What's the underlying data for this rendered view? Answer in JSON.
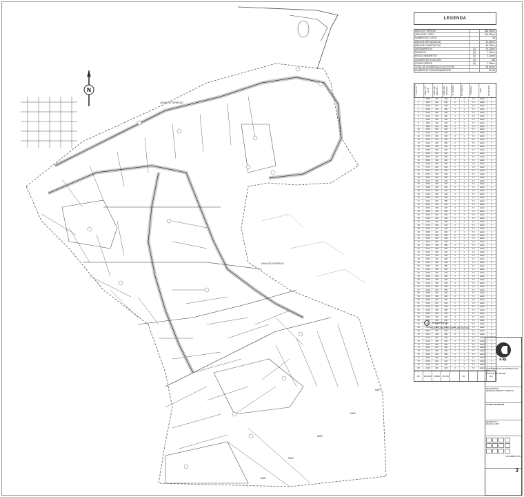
{
  "legend": {
    "title": "LEGENDA",
    "area_rows": [
      {
        "label": "AREA DO TERRENO",
        "unit": "",
        "value": "186.020m²"
      },
      {
        "label": "AREA DOS LOTES",
        "unit": "",
        "value": "160.430m²"
      },
      {
        "label": "NUMERO DE LOTES",
        "unit": "",
        "value": "80"
      },
      {
        "label": "AREA DE IMPLANTACAO",
        "unit": "",
        "value": "23.800m²"
      },
      {
        "label": "AREA DE CONSTRUCAO",
        "unit": "",
        "value": "36.700m²"
      },
      {
        "label": "ARRUAMENTOS",
        "unit": "(1)",
        "value": "20.120m²"
      },
      {
        "label": "PASSEIOS",
        "unit": "(2)",
        "value": "7.710m²"
      },
      {
        "label": "ESTACIONAMENTOS",
        "unit": "(3)",
        "value": "3.420m²"
      },
      {
        "label": "LUGARES DE ESTACION.",
        "unit": "(4)",
        "value": "180"
      },
      {
        "label": "ZONAS VERDES",
        "unit": "(5)",
        "value": "7.160m²"
      },
      {
        "label": "TOTAL DE CEDENCIAS (1)+(2)+(3)+(5)",
        "unit": "",
        "value": "38.410m²"
      },
      {
        "label": "NUMERO DE ESTACIONAMENTOS",
        "unit": "",
        "value": "80+80"
      }
    ],
    "lot_columns": [
      "LOTE N.º",
      "AREA DO LOTE",
      "AREA DE IMPLANT.",
      "AREA DE CONSTR.",
      "N.º PISOS",
      "N.º FOGOS",
      "CERCEA",
      "USO",
      "ESTACION."
    ],
    "lot_rows": [
      [
        "1",
        "2150",
        "250",
        "420",
        "2",
        "1",
        "7,0",
        "Habit.",
        "2"
      ],
      [
        "2",
        "1980",
        "240",
        "400",
        "2",
        "1",
        "7,0",
        "Habit.",
        "2"
      ],
      [
        "3",
        "2010",
        "240",
        "400",
        "2",
        "1",
        "7,0",
        "Habit.",
        "2"
      ],
      [
        "4",
        "1890",
        "230",
        "380",
        "2",
        "1",
        "7,0",
        "Habit.",
        "2"
      ],
      [
        "5",
        "2230",
        "260",
        "440",
        "2",
        "1",
        "7,0",
        "Habit.",
        "2"
      ],
      [
        "6",
        "2410",
        "270",
        "460",
        "2",
        "1",
        "7,0",
        "Habit.",
        "2"
      ],
      [
        "7",
        "2050",
        "250",
        "420",
        "2",
        "1",
        "7,0",
        "Habit.",
        "2"
      ],
      [
        "8",
        "1960",
        "240",
        "400",
        "2",
        "1",
        "7,0",
        "Habit.",
        "2"
      ],
      [
        "9",
        "1880",
        "230",
        "380",
        "2",
        "1",
        "7,0",
        "Habit.",
        "2"
      ],
      [
        "10",
        "2120",
        "250",
        "420",
        "2",
        "1",
        "7,0",
        "Habit.",
        "2"
      ],
      [
        "11",
        "2300",
        "260",
        "440",
        "2",
        "1",
        "7,0",
        "Habit.",
        "2"
      ],
      [
        "12",
        "2070",
        "250",
        "420",
        "2",
        "1",
        "7,0",
        "Habit.",
        "2"
      ],
      [
        "13",
        "1990",
        "240",
        "400",
        "2",
        "1",
        "7,0",
        "Habit.",
        "2"
      ],
      [
        "14",
        "1910",
        "230",
        "380",
        "2",
        "1",
        "7,0",
        "Habit.",
        "2"
      ],
      [
        "15",
        "2180",
        "250",
        "420",
        "2",
        "1",
        "7,0",
        "Habit.",
        "2"
      ],
      [
        "16",
        "2260",
        "260",
        "440",
        "2",
        "1",
        "7,0",
        "Habit.",
        "2"
      ],
      [
        "17",
        "2040",
        "250",
        "420",
        "2",
        "1",
        "7,0",
        "Habit.",
        "2"
      ],
      [
        "18",
        "1950",
        "240",
        "400",
        "2",
        "1",
        "7,0",
        "Habit.",
        "2"
      ],
      [
        "19",
        "2090",
        "250",
        "420",
        "2",
        "1",
        "7,0",
        "Habit.",
        "2"
      ],
      [
        "20",
        "2140",
        "250",
        "420",
        "2",
        "1",
        "7,0",
        "Habit.",
        "2"
      ],
      [
        "21",
        "1970",
        "240",
        "400",
        "2",
        "1",
        "7,0",
        "Habit.",
        "2"
      ],
      [
        "22",
        "2020",
        "240",
        "400",
        "2",
        "1",
        "7,0",
        "Habit.",
        "2"
      ],
      [
        "23",
        "2200",
        "260",
        "440",
        "2",
        "1",
        "7,0",
        "Habit.",
        "2"
      ],
      [
        "24",
        "1930",
        "230",
        "380",
        "2",
        "1",
        "7,0",
        "Habit.",
        "2"
      ],
      [
        "25",
        "2110",
        "250",
        "420",
        "2",
        "1",
        "7,0",
        "Habit.",
        "2"
      ],
      [
        "26",
        "2060",
        "250",
        "420",
        "2",
        "1",
        "7,0",
        "Habit.",
        "2"
      ],
      [
        "27",
        "1990",
        "240",
        "400",
        "2",
        "1",
        "7,0",
        "Habit.",
        "2"
      ],
      [
        "28",
        "2170",
        "250",
        "420",
        "2",
        "1",
        "7,0",
        "Habit.",
        "2"
      ],
      [
        "29",
        "2240",
        "260",
        "440",
        "2",
        "1",
        "7,0",
        "Habit.",
        "2"
      ],
      [
        "30",
        "2030",
        "250",
        "420",
        "2",
        "1",
        "7,0",
        "Habit.",
        "2"
      ],
      [
        "31",
        "1920",
        "230",
        "380",
        "2",
        "1",
        "7,0",
        "Habit.",
        "2"
      ],
      [
        "32",
        "2080",
        "250",
        "420",
        "2",
        "1",
        "7,0",
        "Habit.",
        "2"
      ],
      [
        "33",
        "2150",
        "250",
        "420",
        "2",
        "1",
        "7,0",
        "Habit.",
        "2"
      ],
      [
        "34",
        "1960",
        "240",
        "400",
        "2",
        "1",
        "7,0",
        "Habit.",
        "2"
      ],
      [
        "35",
        "2010",
        "240",
        "400",
        "2",
        "1",
        "7,0",
        "Habit.",
        "2"
      ],
      [
        "36",
        "2190",
        "260",
        "440",
        "2",
        "1",
        "7,0",
        "Habit.",
        "2"
      ],
      [
        "37",
        "1940",
        "230",
        "380",
        "2",
        "1",
        "7,0",
        "Habit.",
        "2"
      ],
      [
        "38",
        "2100",
        "250",
        "420",
        "2",
        "1",
        "7,0",
        "Habit.",
        "2"
      ],
      [
        "39",
        "2050",
        "250",
        "420",
        "2",
        "1",
        "7,0",
        "Habit.",
        "2"
      ],
      [
        "40",
        "1980",
        "240",
        "400",
        "2",
        "1",
        "7,0",
        "Habit.",
        "2"
      ],
      [
        "41",
        "2160",
        "250",
        "420",
        "2",
        "1",
        "7,0",
        "Habit.",
        "2"
      ],
      [
        "42",
        "2230",
        "260",
        "440",
        "2",
        "1",
        "7,0",
        "Habit.",
        "2"
      ],
      [
        "43",
        "2020",
        "250",
        "420",
        "2",
        "1",
        "7,0",
        "Habit.",
        "2"
      ],
      [
        "44",
        "1900",
        "230",
        "380",
        "2",
        "1",
        "7,0",
        "Habit.",
        "2"
      ],
      [
        "45",
        "2070",
        "250",
        "420",
        "2",
        "1",
        "7,0",
        "Habit.",
        "2"
      ],
      [
        "46",
        "2140",
        "250",
        "420",
        "2",
        "1",
        "7,0",
        "Habit.",
        "2"
      ],
      [
        "47",
        "1970",
        "240",
        "400",
        "2",
        "1",
        "7,0",
        "Habit.",
        "2"
      ],
      [
        "48",
        "2000",
        "240",
        "400",
        "2",
        "1",
        "7,0",
        "Habit.",
        "2"
      ],
      [
        "49",
        "2180",
        "260",
        "440",
        "2",
        "1",
        "7,0",
        "Habit.",
        "2"
      ],
      [
        "50",
        "1950",
        "230",
        "380",
        "2",
        "1",
        "7,0",
        "Habit.",
        "2"
      ],
      [
        "51",
        "2090",
        "250",
        "420",
        "2",
        "1",
        "7,0",
        "Habit.",
        "2"
      ],
      [
        "52",
        "2040",
        "250",
        "420",
        "2",
        "1",
        "7,0",
        "Habit.",
        "2"
      ],
      [
        "53",
        "1990",
        "240",
        "400",
        "2",
        "1",
        "7,0",
        "Habit.",
        "2"
      ],
      [
        "54",
        "2150",
        "250",
        "420",
        "2",
        "1",
        "7,0",
        "Habit.",
        "2"
      ],
      [
        "55",
        "2220",
        "260",
        "440",
        "2",
        "1",
        "7,0",
        "Habit.",
        "2"
      ],
      [
        "56",
        "2010",
        "250",
        "420",
        "2",
        "1",
        "7,0",
        "Habit.",
        "2"
      ],
      [
        "57",
        "1910",
        "230",
        "380",
        "2",
        "1",
        "7,0",
        "Habit.",
        "2"
      ],
      [
        "58",
        "2060",
        "250",
        "420",
        "2",
        "1",
        "7,0",
        "Habit.",
        "2"
      ],
      [
        "59",
        "2130",
        "250",
        "420",
        "2",
        "1",
        "7,0",
        "Habit.",
        "2"
      ],
      [
        "60",
        "1960",
        "240",
        "400",
        "2",
        "1",
        "7,0",
        "Habit.",
        "2"
      ],
      [
        "61",
        "2030",
        "240",
        "400",
        "2",
        "1",
        "7,0",
        "Habit.",
        "2"
      ],
      [
        "62",
        "2170",
        "260",
        "440",
        "2",
        "1",
        "7,0",
        "Habit.",
        "2"
      ],
      [
        "63",
        "1940",
        "230",
        "380",
        "2",
        "1",
        "7,0",
        "Habit.",
        "2"
      ],
      [
        "64",
        "2080",
        "250",
        "420",
        "2",
        "1",
        "7,0",
        "Habit.",
        "2"
      ],
      [
        "65",
        "2050",
        "250",
        "420",
        "2",
        "1",
        "7,0",
        "Habit.",
        "2"
      ],
      [
        "66",
        "1980",
        "240",
        "400",
        "2",
        "1",
        "7,0",
        "Habit.",
        "2"
      ],
      [
        "67",
        "2140",
        "250",
        "420",
        "2",
        "1",
        "7,0",
        "Habit.",
        "2"
      ],
      [
        "68",
        "2210",
        "260",
        "440",
        "2",
        "1",
        "7,0",
        "Habit.",
        "2"
      ],
      [
        "69",
        "2000",
        "250",
        "420",
        "2",
        "1",
        "7,0",
        "Habit.",
        "2"
      ],
      [
        "70",
        "1920",
        "230",
        "380",
        "2",
        "1",
        "7,0",
        "Habit.",
        "2"
      ],
      [
        "71",
        "2070",
        "250",
        "420",
        "2",
        "1",
        "7,0",
        "Habit.",
        "2"
      ],
      [
        "72",
        "2120",
        "250",
        "420",
        "2",
        "1",
        "7,0",
        "Habit.",
        "2"
      ],
      [
        "73",
        "1970",
        "240",
        "400",
        "2",
        "1",
        "7,0",
        "Habit.",
        "2"
      ],
      [
        "74",
        "2020",
        "240",
        "400",
        "2",
        "1",
        "7,0",
        "Habit.",
        "2"
      ],
      [
        "75",
        "2160",
        "260",
        "440",
        "2",
        "1",
        "7,0",
        "Habit.",
        "2"
      ],
      [
        "76",
        "1950",
        "230",
        "380",
        "2",
        "1",
        "7,0",
        "Habit.",
        "2"
      ],
      [
        "77",
        "2090",
        "250",
        "420",
        "2",
        "1",
        "7,0",
        "Habit.",
        "2"
      ],
      [
        "78",
        "2040",
        "250",
        "420",
        "2",
        "1",
        "7,0",
        "Habit.",
        "2"
      ],
      [
        "79",
        "1990",
        "240",
        "400",
        "2",
        "1",
        "7,0",
        "Habit.",
        "2"
      ],
      [
        "80",
        "2130",
        "250",
        "420",
        "2",
        "1",
        "7,0",
        "Habit.",
        "2"
      ]
    ],
    "lot_total": [
      "80",
      "160.430",
      "23.800",
      "36.700",
      "",
      "80",
      "",
      "",
      "160"
    ],
    "notes": [
      "EXISTENTE",
      "POLIGONO DE IMPLANTACAO"
    ]
  },
  "map_labels": {
    "street_1": "LINHA DE FERREAS",
    "street_2": "LINHA DE FERREAS",
    "sea_labels": [
      "MAR",
      "MAR",
      "MAR",
      "MAR",
      "MAR"
    ]
  },
  "title_block": {
    "logo_text": "a.ap.",
    "lines": [
      "LOTEAMENTO DE UM TERRENO SITO EM",
      "PRAIA DE SÃO MIGUEL",
      "REQUERENTE:",
      "DESENVOLVIMENTO TURISTICO",
      "PLANTA DE SINTESE",
      "DESENHO N.º",
      "ESCALA 1:2000"
    ],
    "date": "NOVEMBRO 2001",
    "sheet_number": "3"
  }
}
